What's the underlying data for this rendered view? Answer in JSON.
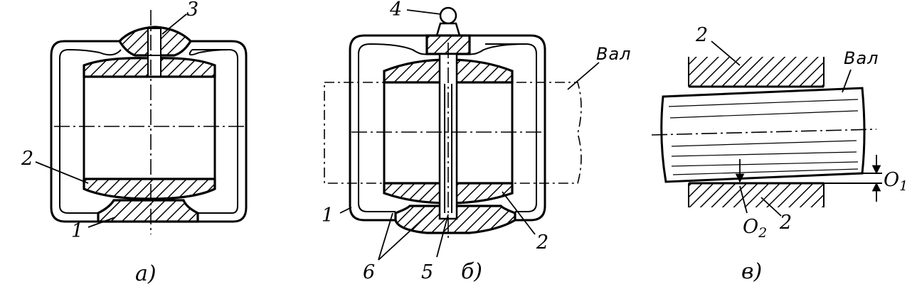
{
  "figure": {
    "a": {
      "caption": "а)",
      "labels": {
        "cap": "3",
        "bush": "2",
        "housing": "1"
      }
    },
    "b": {
      "caption": "б)",
      "labels": {
        "oiler": "4",
        "housing": "1",
        "bush": "2",
        "pin": "5",
        "ribs": "6"
      },
      "shaft_label": "Вал"
    },
    "c": {
      "caption": "в)",
      "labels": {
        "bush_top": "2",
        "bush_bottom": "2",
        "o1": "O",
        "o1_sub": "1",
        "o2": "O",
        "o2_sub": "2"
      },
      "shaft_label": "Вал"
    }
  }
}
